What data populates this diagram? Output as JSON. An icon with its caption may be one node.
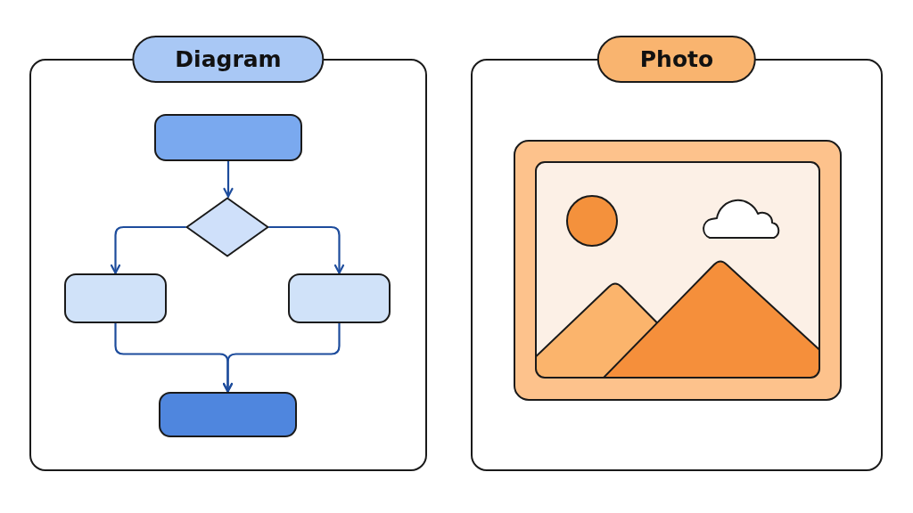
{
  "diagram": {
    "nodes": [
      {
        "text": [
          "Diagram"
        ]
      },
      {
        "text": [],
        "shape": "box",
        "in": 0
      },
      {
        "text": [],
        "shape": "diamond",
        "in": 0
      },
      {
        "text": [],
        "shape": "box",
        "in": 0
      },
      {
        "text": [],
        "shape": "box",
        "in": 0
      },
      {
        "text": [],
        "shape": "box",
        "in": 0
      },
      {
        "text": [
          "Photo"
        ]
      },
      {
        "text": [],
        "shape": "picture",
        "in": 6
      }
    ],
    "edges": [
      {
        "from": 1,
        "to": 2,
        "arrow": "to"
      },
      {
        "from": 2,
        "to": 3,
        "arrow": "to"
      },
      {
        "from": 2,
        "to": 4,
        "arrow": "to"
      },
      {
        "from": 3,
        "to": 5,
        "arrow": "to"
      },
      {
        "from": 4,
        "to": 5,
        "arrow": "to"
      }
    ]
  }
}
